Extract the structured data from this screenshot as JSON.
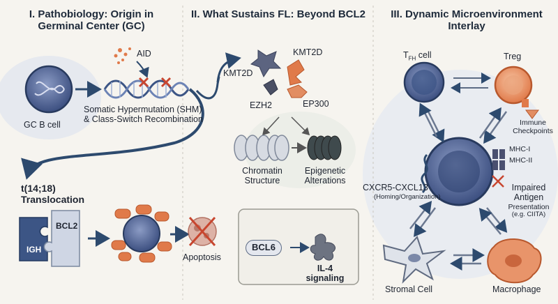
{
  "sections": [
    {
      "title_line1": "I. Pathobiology: Origin in",
      "title_line2": "Germinal Center (GC)"
    },
    {
      "title_line1": "II. What Sustains FL: Beyond BCL2"
    },
    {
      "title_line1": "III. Dynamic Microenvironment",
      "title_line2": "Interlay"
    }
  ],
  "section1": {
    "aid": "AID",
    "gc_b_cell": "GC B cell",
    "shm_line1": "Somatic Hypermutation (SHM)",
    "shm_line2": "& Class-Switch Recombination",
    "translocation_line1": "t(14;18)",
    "translocation_line2": "Translocation",
    "bcl2": "BCL2",
    "igh": "IGH",
    "apoptosis": "Apoptosis"
  },
  "section2": {
    "kmt2d_a": "KMT2D",
    "kmt2d_b": "KMT2D",
    "ezh2": "EZH2",
    "ep300": "EP300",
    "chromatin_line1": "Chromatin",
    "chromatin_line2": "Structure",
    "epigenetic_line1": "Epigenetic",
    "epigenetic_line2": "Alterations",
    "bcl6": "BCL6",
    "il4_line1": "IL-4",
    "il4_line2": "signaling"
  },
  "section3": {
    "tfh_main": "T",
    "tfh_sub": "FH",
    "tfh_rest": " cell",
    "treg": "Treg",
    "immune_line1": "Immune",
    "immune_line2": "Checkpoints",
    "mhc1": "MHC-I",
    "mhc2": "MHC-II",
    "cxcr5": "CXCR5-CXCL13",
    "homing": "(Homing/Organization)",
    "impaired_line1": "Impaired",
    "impaired_line2": "Antigen",
    "impaired_line3": "Presentation",
    "impaired_line4": "(e.g. CIITA)",
    "stromal": "Stromal Cell",
    "macrophage": "Macrophage"
  },
  "colors": {
    "navy": "#2d4a6e",
    "orange": "#e07a4a",
    "cell_blue": "#5a6f9e",
    "red_x": "#c8462f",
    "gray_dark": "#4a4f5a"
  }
}
